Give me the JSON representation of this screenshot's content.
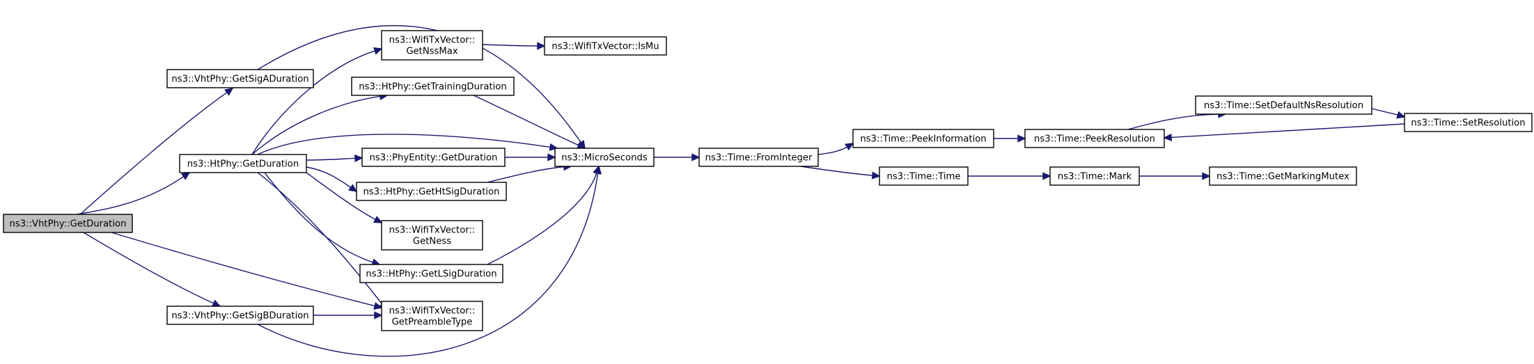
{
  "diagram": {
    "colors": {
      "edge": "#191970",
      "root_fill": "#bfbfbf",
      "node_fill": "#ffffff",
      "node_border": "#000000"
    },
    "nodes": [
      {
        "id": "vht_getduration",
        "lines": [
          "ns3::VhtPhy::GetDuration"
        ],
        "root": true
      },
      {
        "id": "vht_getsigaduration",
        "lines": [
          "ns3::VhtPhy::GetSigADuration"
        ]
      },
      {
        "id": "ht_getduration",
        "lines": [
          "ns3::HtPhy::GetDuration"
        ]
      },
      {
        "id": "vht_getsigbduration",
        "lines": [
          "ns3::VhtPhy::GetSigBDuration"
        ]
      },
      {
        "id": "txv_getnssmax",
        "lines": [
          "ns3::WifiTxVector::",
          "GetNssMax"
        ]
      },
      {
        "id": "ht_gettrainingduration",
        "lines": [
          "ns3::HtPhy::GetTrainingDuration"
        ]
      },
      {
        "id": "phyentity_getduration",
        "lines": [
          "ns3::PhyEntity::GetDuration"
        ]
      },
      {
        "id": "ht_gethtsigduration",
        "lines": [
          "ns3::HtPhy::GetHtSigDuration"
        ]
      },
      {
        "id": "txv_getness",
        "lines": [
          "ns3::WifiTxVector::",
          "GetNess"
        ]
      },
      {
        "id": "ht_getlsigduration",
        "lines": [
          "ns3::HtPhy::GetLSigDuration"
        ]
      },
      {
        "id": "txv_getpreambletype",
        "lines": [
          "ns3::WifiTxVector::",
          "GetPreambleType"
        ]
      },
      {
        "id": "txv_ismu",
        "lines": [
          "ns3::WifiTxVector::IsMu"
        ]
      },
      {
        "id": "microseconds",
        "lines": [
          "ns3::MicroSeconds"
        ]
      },
      {
        "id": "time_frominteger",
        "lines": [
          "ns3::Time::FromInteger"
        ]
      },
      {
        "id": "time_peekinformation",
        "lines": [
          "ns3::Time::PeekInformation"
        ]
      },
      {
        "id": "time_time",
        "lines": [
          "ns3::Time::Time"
        ]
      },
      {
        "id": "time_peekresolution",
        "lines": [
          "ns3::Time::PeekResolution"
        ]
      },
      {
        "id": "time_setdefaultnsresolution",
        "lines": [
          "ns3::Time::SetDefaultNsResolution"
        ]
      },
      {
        "id": "time_setresolution",
        "lines": [
          "ns3::Time::SetResolution"
        ]
      },
      {
        "id": "time_mark",
        "lines": [
          "ns3::Time::Mark"
        ]
      },
      {
        "id": "time_getmarkingmutex",
        "lines": [
          "ns3::Time::GetMarkingMutex"
        ]
      }
    ],
    "edges": [
      {
        "from": "vht_getduration",
        "to": "vht_getsigaduration"
      },
      {
        "from": "vht_getduration",
        "to": "ht_getduration"
      },
      {
        "from": "vht_getduration",
        "to": "txv_getpreambletype"
      },
      {
        "from": "vht_getduration",
        "to": "vht_getsigbduration"
      },
      {
        "from": "vht_getsigaduration",
        "to": "microseconds"
      },
      {
        "from": "ht_getduration",
        "to": "txv_getnssmax"
      },
      {
        "from": "ht_getduration",
        "to": "ht_gettrainingduration"
      },
      {
        "from": "ht_getduration",
        "to": "microseconds"
      },
      {
        "from": "ht_getduration",
        "to": "phyentity_getduration"
      },
      {
        "from": "ht_getduration",
        "to": "ht_gethtsigduration"
      },
      {
        "from": "ht_getduration",
        "to": "txv_getness"
      },
      {
        "from": "ht_getduration",
        "to": "ht_getlsigduration"
      },
      {
        "from": "ht_getduration",
        "to": "txv_getpreambletype"
      },
      {
        "from": "vht_getsigbduration",
        "to": "txv_getpreambletype"
      },
      {
        "from": "vht_getsigbduration",
        "to": "microseconds"
      },
      {
        "from": "txv_getnssmax",
        "to": "txv_ismu"
      },
      {
        "from": "ht_gettrainingduration",
        "to": "microseconds"
      },
      {
        "from": "phyentity_getduration",
        "to": "microseconds"
      },
      {
        "from": "ht_gethtsigduration",
        "to": "microseconds"
      },
      {
        "from": "ht_getlsigduration",
        "to": "microseconds"
      },
      {
        "from": "microseconds",
        "to": "time_frominteger"
      },
      {
        "from": "time_frominteger",
        "to": "time_peekinformation"
      },
      {
        "from": "time_frominteger",
        "to": "time_time"
      },
      {
        "from": "time_peekinformation",
        "to": "time_peekresolution"
      },
      {
        "from": "time_peekresolution",
        "to": "time_setdefaultnsresolution"
      },
      {
        "from": "time_setdefaultnsresolution",
        "to": "time_setresolution"
      },
      {
        "from": "time_setresolution",
        "to": "time_peekresolution"
      },
      {
        "from": "time_time",
        "to": "time_mark"
      },
      {
        "from": "time_mark",
        "to": "time_getmarkingmutex"
      }
    ]
  }
}
